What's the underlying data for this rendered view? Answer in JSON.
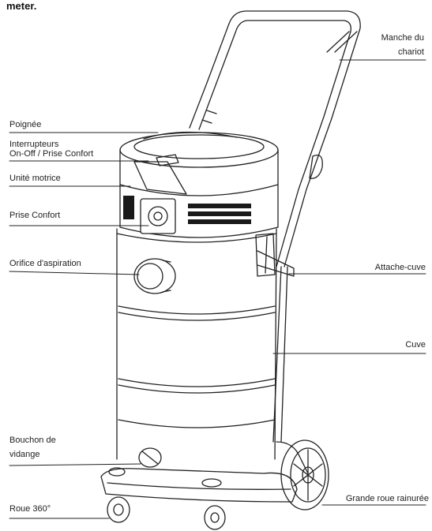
{
  "caption": "meter.",
  "labels": {
    "poignee": "Poignée",
    "interrupteurs_line1": "Interrupteurs",
    "interrupteurs_line2": "On-Off / Prise Confort",
    "unite_motrice": "Unité motrice",
    "prise_confort": "Prise Confort",
    "orifice": "Orifice d'aspiration",
    "bouchon_line1": "Bouchon de",
    "bouchon_line2": "vidange",
    "roue_360": "Roue 360°",
    "manche_line1": "Manche du",
    "manche_line2": "chariot",
    "attache_cuve": "Attache-cuve",
    "cuve": "Cuve",
    "grande_roue": "Grande roue rainurée"
  },
  "colors": {
    "line": "#222222",
    "fill": "#ffffff",
    "shade": "#1a1a1a"
  }
}
